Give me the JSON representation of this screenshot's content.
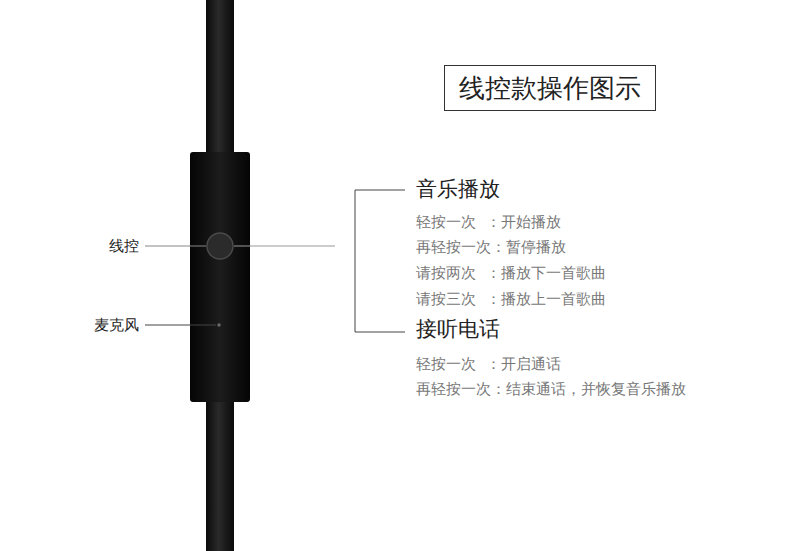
{
  "diagram": {
    "title": "线控款操作图示",
    "labels": [
      "线控",
      "麦克风",
      "音乐播放",
      "轻按一次  ：开始播放",
      "再轻按一次：暂停播放",
      "请按两次  ：播放下一首歌曲",
      "请按三次  ：播放上一首歌曲",
      "接听电话",
      "轻按一次  ：开启通话",
      "再轻按一次：结束通话，并恢复音乐播放"
    ]
  }
}
